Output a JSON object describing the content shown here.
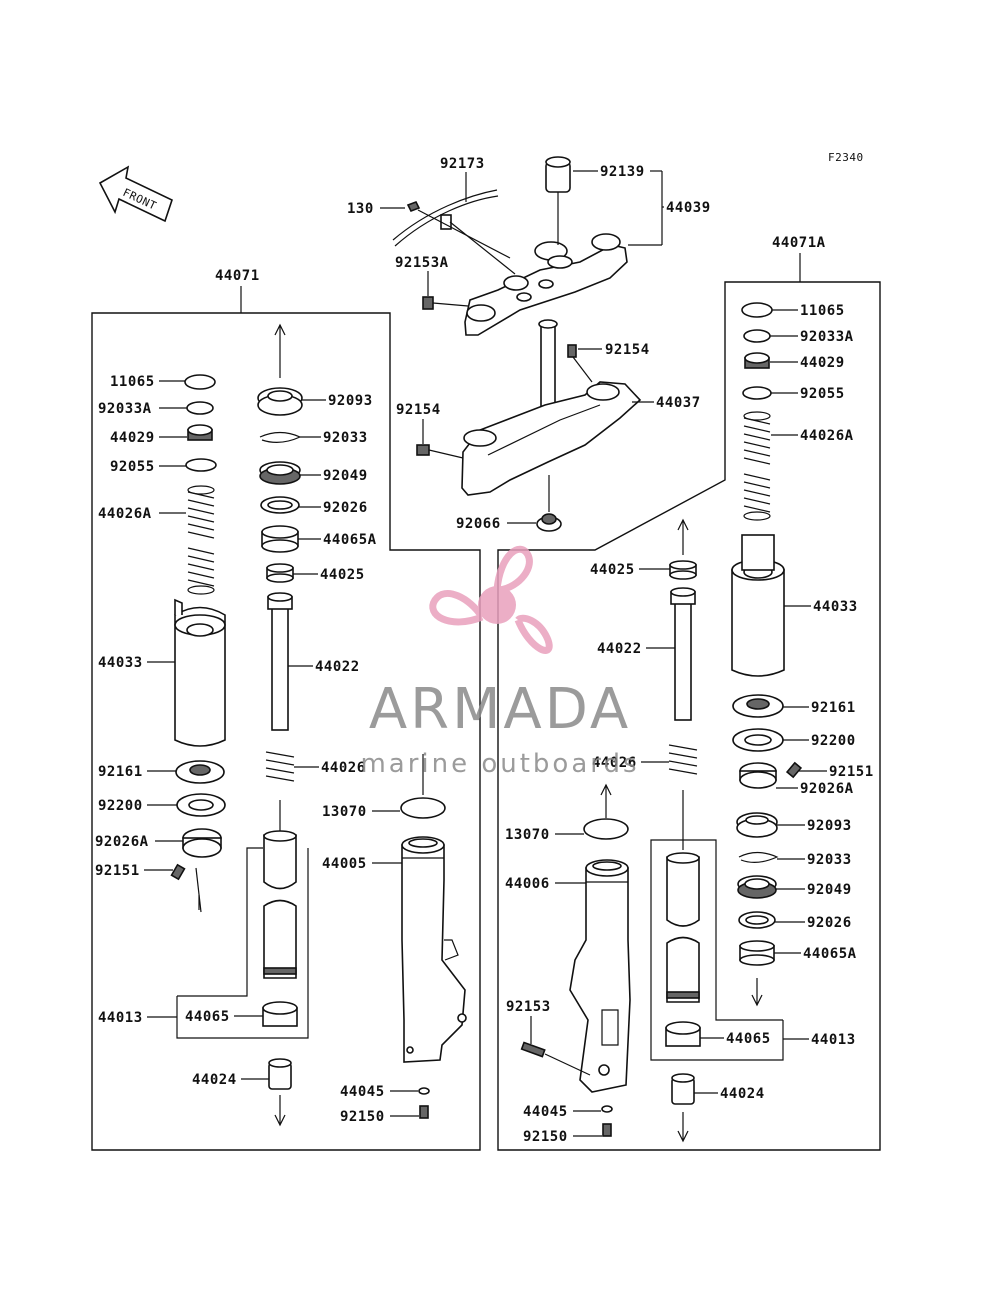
{
  "diagram": {
    "figure_code": "F2340",
    "front_label": "FRONT",
    "watermark": {
      "brand": "ARMADA",
      "tagline": "marine outboards",
      "brand_color": "#e9a0bd",
      "text_color": "#888888"
    },
    "top": {
      "labels": [
        "92173",
        "130",
        "92153A",
        "92139",
        "44039",
        "92154",
        "92154",
        "44037",
        "92066"
      ]
    },
    "left_fork": {
      "assembly": "44071",
      "labels": [
        "11065",
        "92033A",
        "44029",
        "92055",
        "44026A",
        "44033",
        "92161",
        "92200",
        "92026A",
        "92151",
        "44013",
        "44065",
        "44024",
        "92093",
        "92033",
        "92049",
        "92026",
        "44065A",
        "44025",
        "44022",
        "44026",
        "13070",
        "44005",
        "44045",
        "92150"
      ]
    },
    "right_fork": {
      "assembly": "44071A",
      "labels": [
        "11065",
        "92033A",
        "44029",
        "92055",
        "44026A",
        "44033",
        "92161",
        "92200",
        "92151",
        "92026A",
        "92093",
        "92033",
        "92049",
        "92026",
        "44065A",
        "44013",
        "44065",
        "44024",
        "44025",
        "44022",
        "44026",
        "13070",
        "44006",
        "92153",
        "44045",
        "92150"
      ]
    }
  }
}
